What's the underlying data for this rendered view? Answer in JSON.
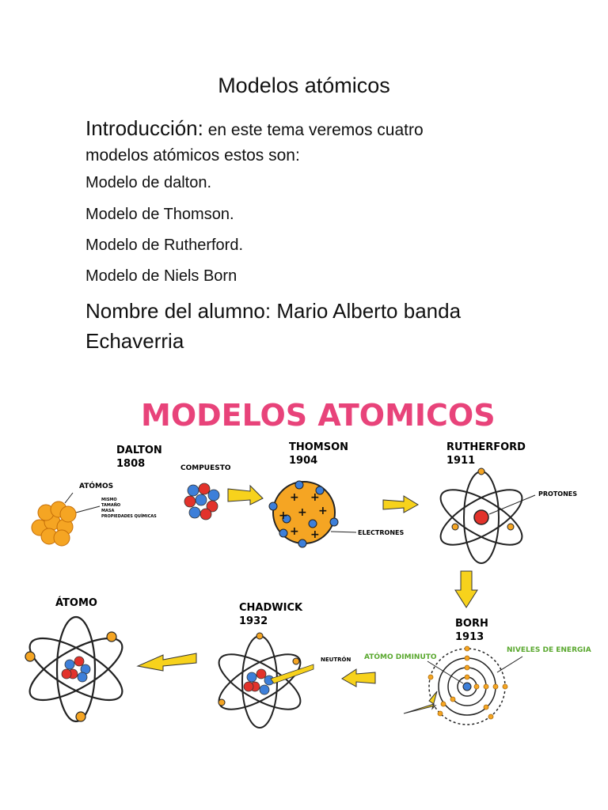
{
  "document": {
    "title": "Modelos atómicos",
    "intro_label": "Introducción:",
    "intro_text_1": " en este tema veremos cuatro",
    "intro_text_2": "modelos atómicos estos son:",
    "models": [
      "Modelo de dalton.",
      "Modelo de Thomson.",
      "Modelo de Rutherford.",
      "Modelo de Niels Born"
    ],
    "student_line_1": "Nombre del alumno: Mario Alberto banda",
    "student_line_2": "Echaverria"
  },
  "figure": {
    "heading": "MODELOS ATOMICOS",
    "heading_color": "#e8437a",
    "dalton": {
      "name": "DALTON",
      "year": "1808",
      "atoms_label": "ATÓMOS",
      "notes": [
        "MISMO",
        "TAMAÑO",
        "MASA",
        "PROPIEDADES QUÍMICAS"
      ],
      "compound_label": "COMPUESTO"
    },
    "thomson": {
      "name": "THOMSON",
      "year": "1904",
      "electrons_label": "ELECTRONES"
    },
    "rutherford": {
      "name": "RUTHERFORD",
      "year": "1911",
      "protons_label": "PROTONES"
    },
    "borh": {
      "name": "BORH",
      "year": "1913",
      "tiny_atom_label": "ATÓMO DIMINUTO",
      "energy_levels_label": "NIVELES DE ENERGIA",
      "green_color": "#5aa82f"
    },
    "chadwick": {
      "name": "CHADWICK",
      "year": "1932",
      "neutron_label": "NEUTRÓN"
    },
    "atom": {
      "name": "ÁTOMO"
    },
    "colors": {
      "orange": "#f5a523",
      "arrow_yellow": "#f7d21c",
      "red": "#e2322b",
      "blue": "#3d7fd9"
    }
  }
}
